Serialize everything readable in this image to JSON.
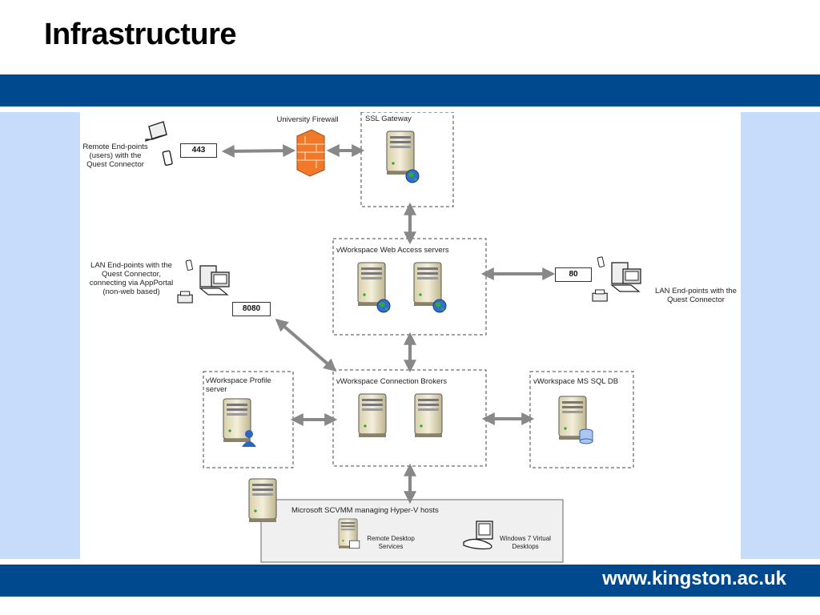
{
  "slide": {
    "title": "Infrastructure",
    "footer_url": "www.kingston.ac.uk"
  },
  "diagram": {
    "remote_endpoints": "Remote End-points (users) with the Quest Connector",
    "firewall": "University Firewall",
    "ssl_gateway": "SSL Gateway",
    "port_443": "443",
    "lan_appportal": "LAN End-points with the Quest Connector, connecting via AppPortal (non-web based)",
    "port_8080": "8080",
    "web_access": "vWorkspace Web Access servers",
    "port_80": "80",
    "lan_endpoints": "LAN End-points with the Quest Connector",
    "profile_server": "vWorkspace Profile server",
    "connection_brokers": "vWorkspace Connection Brokers",
    "ms_sql_db": "vWorkspace MS SQL DB",
    "scvmm": "Microsoft SCVMM managing Hyper-V hosts",
    "remote_desktop": "Remote Desktop Services",
    "win7_desktops": "Windows 7 Virtual Desktops"
  },
  "colors": {
    "band": "#00498f",
    "side_panel": "#c5ddfb",
    "arrow": "#888888",
    "firewall": "#f07a2a"
  }
}
